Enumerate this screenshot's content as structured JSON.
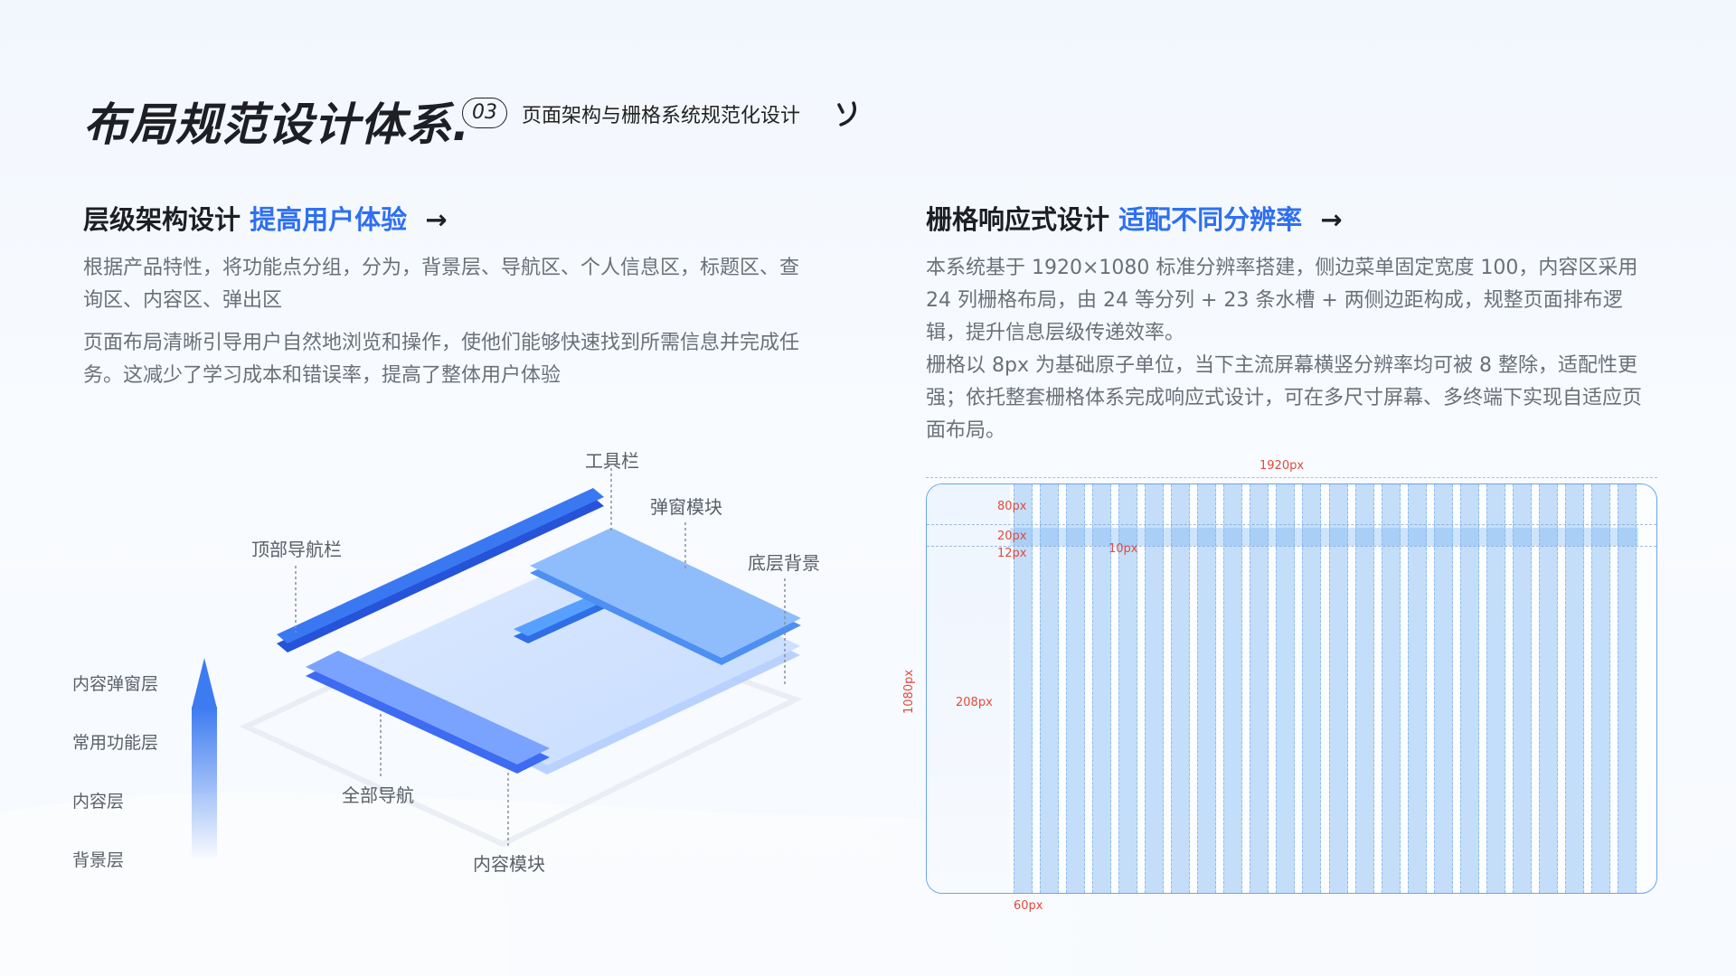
{
  "header": {
    "title": "布局规范设计体系",
    "title_dot": ".",
    "badge": "03",
    "subtitle": "页面架构与栅格系统规范化设计",
    "icon": "wave-logo-icon"
  },
  "left": {
    "heading_main": "层级架构设计",
    "heading_highlight": "提高用户体验",
    "heading_arrow": "→",
    "para1": "根据产品特性，将功能点分组，分为，背景层、导航区、个人信息区，标题区、查询区、内容区、弹出区",
    "para2": "页面布局清晰引导用户自然地浏览和操作，使他们能够快速找到所需信息并完成任务。这减少了学习成本和错误率，提高了整体用户体验",
    "diagram_labels": {
      "toolbar": "工具栏",
      "popup": "弹窗模块",
      "top_nav": "顶部导航栏",
      "bottom_bg": "底层背景",
      "all_nav": "全部导航",
      "content_module": "内容模块"
    },
    "layers": [
      "内容弹窗层",
      "常用功能层",
      "内容层",
      "背景层"
    ]
  },
  "right": {
    "heading_main": "栅格响应式设计",
    "heading_highlight": "适配不同分辨率",
    "heading_arrow": "→",
    "para1": "本系统基于 1920×1080 标准分辨率搭建，侧边菜单固定宽度 100，内容区采用 24 列栅格布局，由 24 等分列 + 23 条水槽 + 两侧边距构成，规整页面排布逻辑，提升信息层级传递效率。",
    "para2": "栅格以 8px 为基础原子单位，当下主流屏幕横竖分辨率均可被 8 整除，适配性更强；依托整套栅格体系完成响应式设计，可在多尺寸屏幕、多终端下实现自适应页面布局。",
    "grid": {
      "width_label": "1920px",
      "height_label": "1080px",
      "header_label": "80px",
      "band_label": "20px",
      "gap_label": "12px",
      "gutter_label": "10px",
      "sidebar_label": "208px",
      "margin_label": "60px",
      "columns": 24
    }
  },
  "colors": {
    "accent": "#2f6ff2",
    "dim_red": "#e24a3b"
  }
}
